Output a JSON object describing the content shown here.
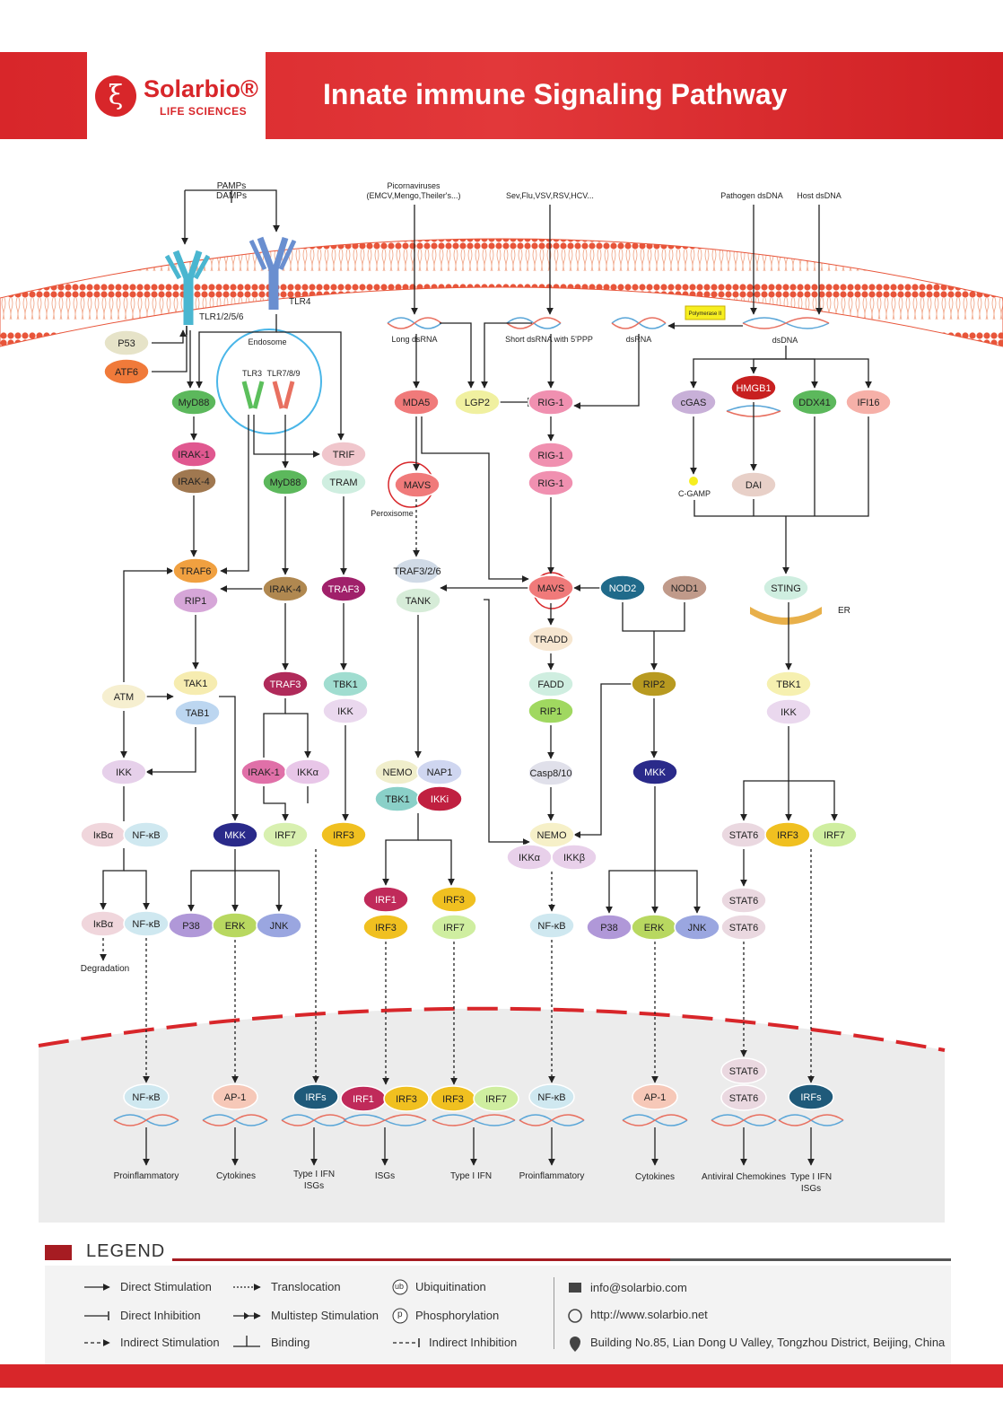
{
  "header": {
    "logo_name": "Solarbio®",
    "logo_sub": "LIFE SCIENCES",
    "title": "Innate immune Signaling Pathway"
  },
  "colors": {
    "brand_red": "#d8262a",
    "legend_red": "#a61c22",
    "membrane_orange": "#e8553a",
    "nucleus_gray": "#ececec"
  },
  "inputs": {
    "pamps": "PAMPs",
    "damps": "DAMPs",
    "picorna": "Picornaviruses",
    "picorna_sub": "(EMCV,Mengo,Theiler's...)",
    "sev": "Sev,Flu,VSV,RSV,HCV...",
    "pathogen_dsdna": "Pathogen dsDNA",
    "host_dsdna": "Host dsDNA"
  },
  "labels": {
    "tlr1256": "TLR1/2/5/6",
    "tlr4": "TLR4",
    "endosome": "Endosome",
    "tlr3": "TLR3",
    "tlr789": "TLR7/8/9",
    "long_dsrna": "Long dsRNA",
    "short_dsrna": "Short dsRNA with 5'PPP",
    "dsrna": "dsRNA",
    "dsdna": "dsDNA",
    "polymerase": "Polymerase II",
    "peroxisome": "Peroxisome",
    "cgamp": "C-GAMP",
    "er": "ER",
    "degradation": "Degradation"
  },
  "nodes": {
    "p53": "P53",
    "atf6": "ATF6",
    "myd88_a": "MyD88",
    "irak1_a": "IRAK-1",
    "irak4_a": "IRAK-4",
    "traf6": "TRAF6",
    "rip1_a": "RIP1",
    "atm": "ATM",
    "tak1": "TAK1",
    "tab1": "TAB1",
    "ikk_a": "IKK",
    "ikba_a": "IκBα",
    "nfkb_a": "NF-κB",
    "ikba_b": "IκBα",
    "nfkb_b": "NF-κB",
    "mkk_a": "MKK",
    "p38_a": "P38",
    "erk_a": "ERK",
    "jnk_a": "JNK",
    "myd88_b": "MyD88",
    "irak4_b": "IRAK-4",
    "traf3_a": "TRAF3",
    "irak1_b": "IRAK-1",
    "ikka_a": "IKKα",
    "irf7_a": "IRF7",
    "trif": "TRIF",
    "tram": "TRAM",
    "traf3_b": "TRAF3",
    "tbk1_a": "TBK1",
    "ikk_b": "IKK",
    "irf3_a": "IRF3",
    "mda5": "MDA5",
    "lgp2": "LGP2",
    "rig1_a": "RIG-1",
    "rig1_b": "RIG-1",
    "rig1_c": "RIG-1",
    "mavs_a": "MAVS",
    "traf326": "TRAF3/2/6",
    "tank": "TANK",
    "nemo_a": "NEMO",
    "nap1": "NAP1",
    "tbk1_b": "TBK1",
    "ikki": "IKKi",
    "irf1_a": "IRF1",
    "irf3_b": "IRF3",
    "irf3_c": "IRF3",
    "irf7_b": "IRF7",
    "mavs_b": "MAVS",
    "tradd": "TRADD",
    "fadd": "FADD",
    "rip1_b": "RIP1",
    "casp": "Casp8/10",
    "nemo_b": "NEMO",
    "ikka_b": "IKKα",
    "ikkb": "IKKβ",
    "nfkb_c": "NF-κB",
    "nod2": "NOD2",
    "nod1": "NOD1",
    "rip2": "RIP2",
    "mkk_b": "MKK",
    "p38_b": "P38",
    "erk_b": "ERK",
    "jnk_b": "JNK",
    "cgas": "cGAS",
    "hmgb1": "HMGB1",
    "ddx41": "DDX41",
    "ifi16": "IFI16",
    "dai": "DAI",
    "sting": "STING",
    "tbk1_c": "TBK1",
    "ikk_c": "IKK",
    "stat6_a": "STAT6",
    "irf3_d": "IRF3",
    "irf7_c": "IRF7",
    "stat6_b": "STAT6",
    "stat6_c": "STAT6"
  },
  "nucleus": {
    "nfkb_1": "NF-κB",
    "ap1_1": "AP-1",
    "irfs_1": "IRFs",
    "irf1": "IRF1",
    "irf3_1": "IRF3",
    "irf3_2": "IRF3",
    "irf7": "IRF7",
    "nfkb_2": "NF-κB",
    "ap1_2": "AP-1",
    "stat6_1": "STAT6",
    "stat6_2": "STAT6",
    "irfs_2": "IRFs"
  },
  "outputs": {
    "o1": "Proinflammatory",
    "o2": "Cytokines",
    "o3a": "Type I IFN",
    "o3b": "ISGs",
    "o4": "ISGs",
    "o5": "Type I IFN",
    "o6": "Proinflammatory",
    "o7": "Cytokines",
    "o8": "Antiviral Chemokines",
    "o9a": "Type I IFN",
    "o9b": "ISGs"
  },
  "legend": {
    "title": "LEGEND",
    "direct_stimulation": "Direct Stimulation",
    "direct_inhibition": "Direct Inhibition",
    "indirect_stimulation": "Indirect Stimulation",
    "translocation": "Translocation",
    "multistep_stimulation": "Multistep Stimulation",
    "binding": "Binding",
    "ubiquitination": "Ubiquitination",
    "phosphorylation": "Phosphorylation",
    "indirect_inhibition": "Indirect Inhibition",
    "ub_symbol": "ub",
    "p_symbol": "p",
    "email": "info@solarbio.com",
    "website": "http://www.solarbio.net",
    "address": "Building No.85, Lian Dong U Valley, Tongzhou District, Beijing, China"
  }
}
